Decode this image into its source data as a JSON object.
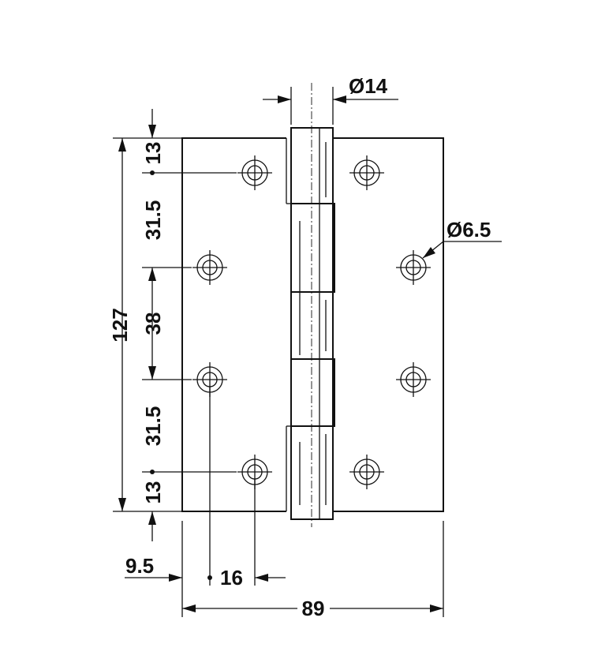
{
  "diagram": {
    "dimensions": {
      "pin_diameter": "Ø14",
      "hole_diameter": "Ø6.5",
      "height_total": "127",
      "top_offset": "13",
      "bottom_offset": "13",
      "upper_spacing": "31.5",
      "middle_spacing": "38",
      "lower_spacing": "31.5",
      "edge_offset": "9.5",
      "hole_inset": "16",
      "width_total": "89"
    }
  }
}
